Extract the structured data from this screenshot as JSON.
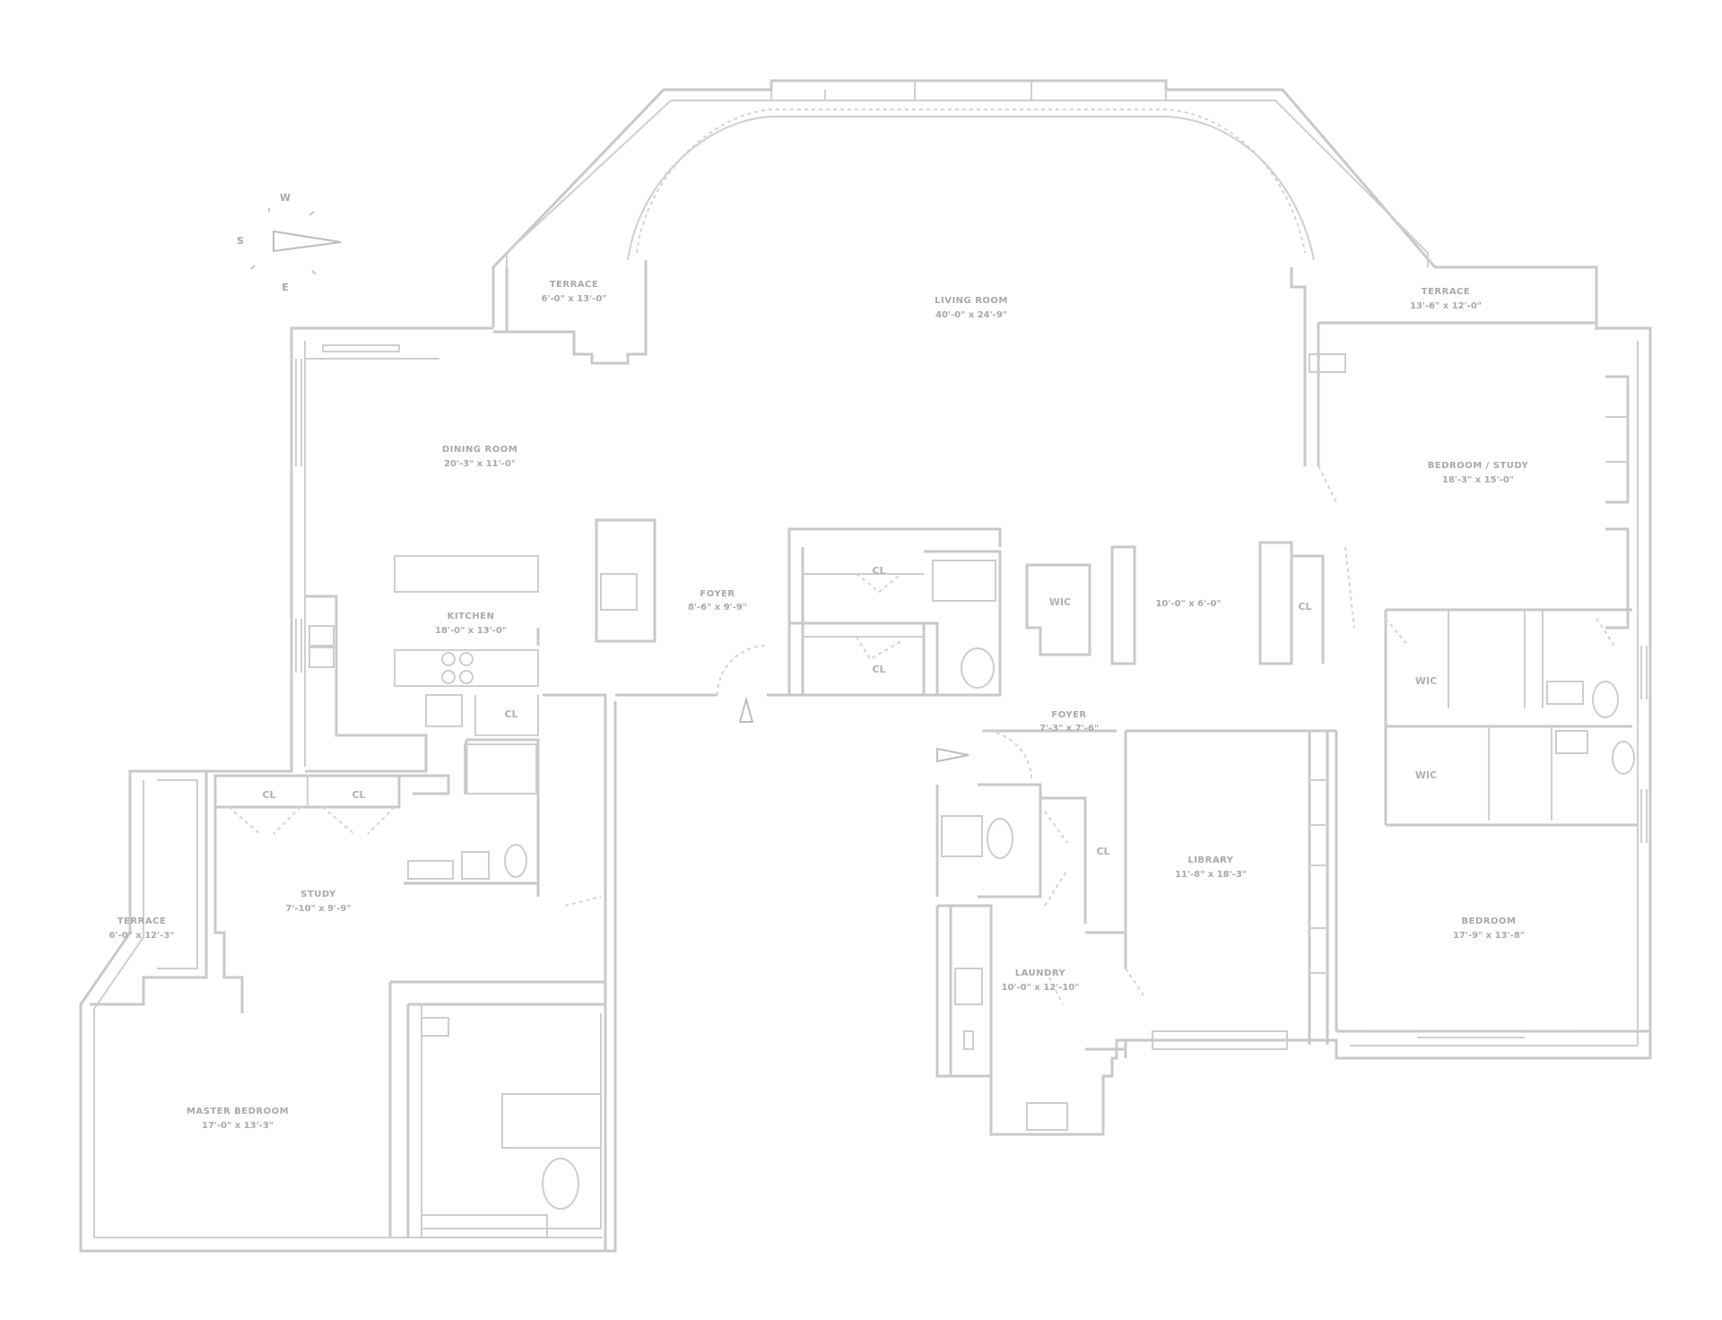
{
  "rooms": {
    "living_room": {
      "name": "LIVING ROOM",
      "dims": "40'-0\" x 24'-9\""
    },
    "terrace_west": {
      "name": "TERRACE",
      "dims": "6'-0\" x 13'-0\""
    },
    "terrace_east": {
      "name": "TERRACE",
      "dims": "13'-6\" x 12'-0\""
    },
    "terrace_south": {
      "name": "TERRACE",
      "dims": "6'-0\" x 12'-3\""
    },
    "dining_room": {
      "name": "DINING ROOM",
      "dims": "20'-3\" x 11'-0\""
    },
    "kitchen": {
      "name": "KITCHEN",
      "dims": "18'-0\" x 13'-0\""
    },
    "foyer_main": {
      "name": "FOYER",
      "dims": "8'-6\" x 9'-9\""
    },
    "foyer_gallery": {
      "name": "",
      "dims": "10'-0\" x 6'-0\""
    },
    "foyer_small": {
      "name": "FOYER",
      "dims": "7'-3\" x 7'-6\""
    },
    "bedroom_study": {
      "name": "BEDROOM / STUDY",
      "dims": "18'-3\" x 15'-0\""
    },
    "study": {
      "name": "STUDY",
      "dims": "7'-10\" x 9'-9\""
    },
    "master_bedroom": {
      "name": "MASTER BEDROOM",
      "dims": "17'-0\" x 13'-3\""
    },
    "library": {
      "name": "LIBRARY",
      "dims": "11'-8\" x 18'-3\""
    },
    "laundry": {
      "name": "LAUNDRY",
      "dims": "10'-0\" x 12'-10\""
    },
    "bedroom": {
      "name": "BEDROOM",
      "dims": "17'-9\" x 13'-8\""
    }
  },
  "closets": {
    "cl": "CL",
    "wic": "WIC"
  },
  "compass": {
    "north": "W",
    "west": "S",
    "south": "E"
  },
  "icons": [
    "compass-icon",
    "entry-arrow-icon"
  ],
  "colors": {
    "line": "#c9c9c9",
    "text": "#a9a9a9",
    "background": "#ffffff"
  }
}
